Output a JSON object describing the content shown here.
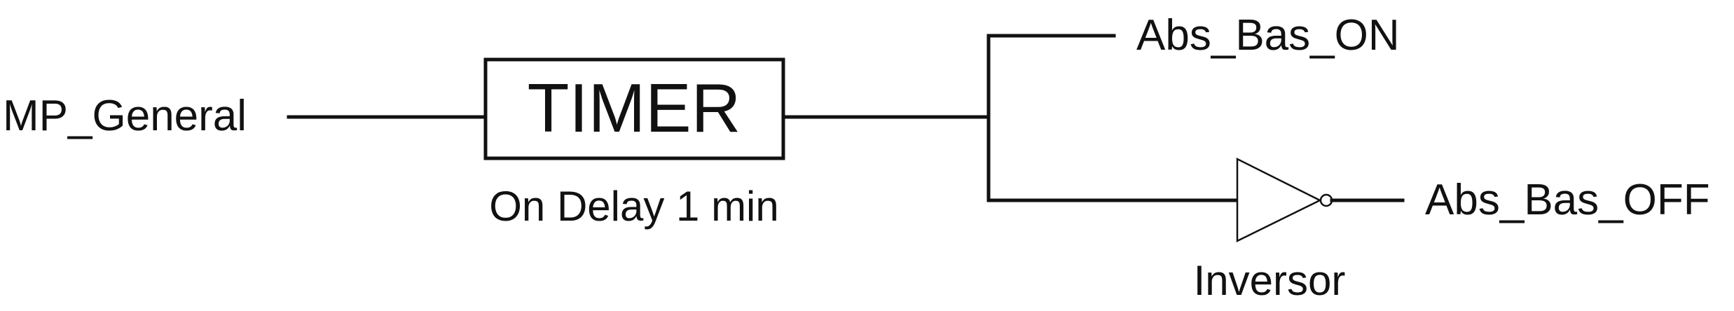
{
  "diagram": {
    "input_label": "MP_General",
    "timer": {
      "title": "TIMER",
      "caption": "On Delay 1 min"
    },
    "output_on_label": "Abs_Bas_ON",
    "inverter_caption": "Inversor",
    "output_off_label": "Abs_Bas_OFF"
  },
  "colors": {
    "line": "#111111",
    "background": "#ffffff"
  }
}
